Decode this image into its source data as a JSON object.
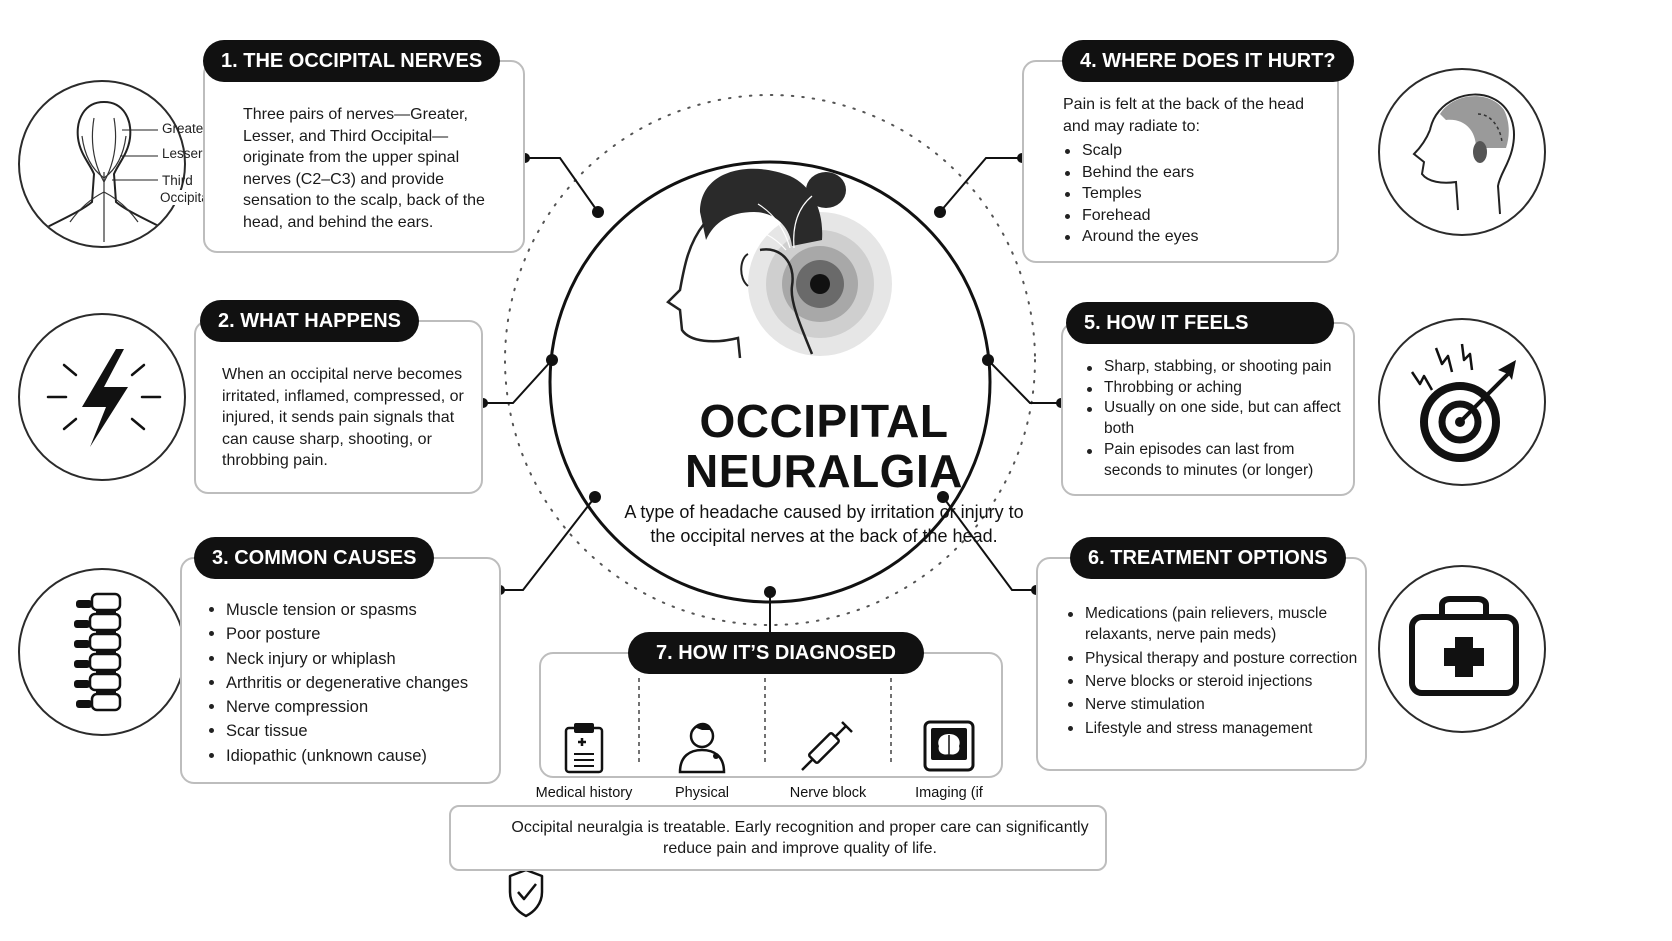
{
  "title": [
    "OCCIPITAL",
    "NEURALGIA"
  ],
  "subtitle": "A type of headache caused by irritation or injury to the occipital nerves at the back of the head.",
  "sections": {
    "s1": {
      "heading": "1. THE OCCIPITAL NERVES",
      "text": "Three pairs of nerves—Greater, Lesser, and Third Occipital—originate from the upper spinal nerves (C2–C3) and provide sensation to the scalp, back of the head, and behind the ears.",
      "nerve_labels": [
        "Greater",
        "Lesser",
        "Third",
        "Occipital"
      ]
    },
    "s2": {
      "heading": "2. WHAT HAPPENS",
      "text": "When an occipital nerve becomes irritated, inflamed, compressed, or injured, it sends pain signals that can cause sharp, shooting, or throbbing pain."
    },
    "s3": {
      "heading": "3. COMMON CAUSES",
      "items": [
        "Muscle tension or spasms",
        "Poor posture",
        "Neck injury or whiplash",
        "Arthritis or degenerative changes",
        "Nerve compression",
        "Scar tissue",
        "Idiopathic (unknown cause)"
      ]
    },
    "s4": {
      "heading": "4. WHERE DOES IT HURT?",
      "intro": "Pain is felt at the back of the head and may radiate to:",
      "items": [
        "Scalp",
        "Behind the ears",
        "Temples",
        "Forehead",
        "Around the eyes"
      ]
    },
    "s5": {
      "heading": "5. HOW IT FEELS",
      "items": [
        "Sharp, stabbing, or shooting pain",
        "Throbbing or aching",
        "Usually on one side, but can affect both",
        "Pain episodes can last from seconds to minutes (or longer)"
      ]
    },
    "s6": {
      "heading": "6. TREATMENT OPTIONS",
      "items": [
        "Medications (pain relievers, muscle relaxants, nerve pain meds)",
        "Physical therapy and posture correction",
        "Nerve blocks or steroid injections",
        "Nerve stimulation",
        "Lifestyle and stress management"
      ]
    },
    "s7": {
      "heading": "7. HOW IT’S DIAGNOSED",
      "items": [
        {
          "label": "Medical history",
          "icon": "clipboard-icon"
        },
        {
          "label": "Physical examination",
          "icon": "patient-icon"
        },
        {
          "label": "Nerve block response",
          "icon": "syringe-icon"
        },
        {
          "label": "Imaging (if needed)",
          "icon": "brain-scan-icon"
        }
      ]
    }
  },
  "footer": {
    "text": "Occipital neuralgia is treatable. Early recognition and proper care can significantly reduce pain and improve quality of life.",
    "icon": "shield-check-icon"
  }
}
